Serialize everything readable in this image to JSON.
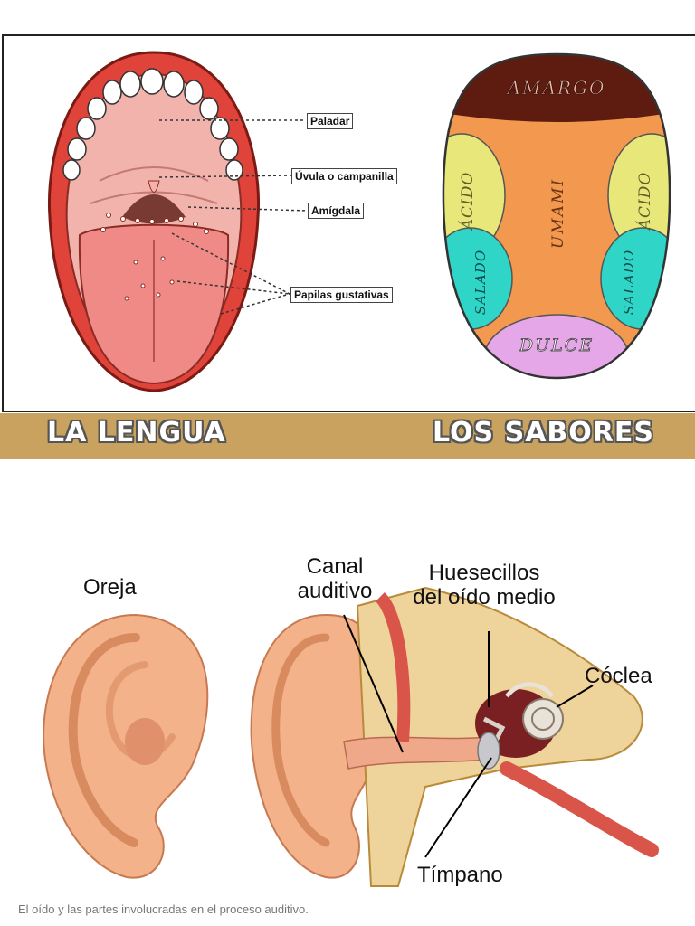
{
  "tongue": {
    "labels": {
      "palate": "Paladar",
      "uvula": "Úvula o campanilla",
      "tonsil": "Amígdala",
      "papillae": "Papilas gustativas"
    },
    "banner": {
      "left": "LA LENGUA",
      "right": "LOS SABORES"
    },
    "taste_zones": {
      "bitter": "AMARGO",
      "sour_left": "ÁCIDO",
      "sour_right": "ÁCIDO",
      "umami": "UMAMI",
      "salty_left": "SALADO",
      "salty_right": "SALADO",
      "sweet": "DULCE"
    },
    "colors": {
      "bitter": "#5e1c10",
      "sour": "#e8e77a",
      "umami": "#f2984f",
      "salty": "#2fd6c8",
      "sweet": "#e6a7e8",
      "banner": "#c8a25e"
    }
  },
  "ear": {
    "labels": {
      "outer_ear": "Oreja",
      "ear_canal": "Canal auditivo",
      "ossicles": "Huesecillos del oído medio",
      "cochlea": "Cóclea",
      "eardrum": "Tímpano"
    },
    "caption": "El oído y las partes involucradas en el proceso auditivo."
  }
}
